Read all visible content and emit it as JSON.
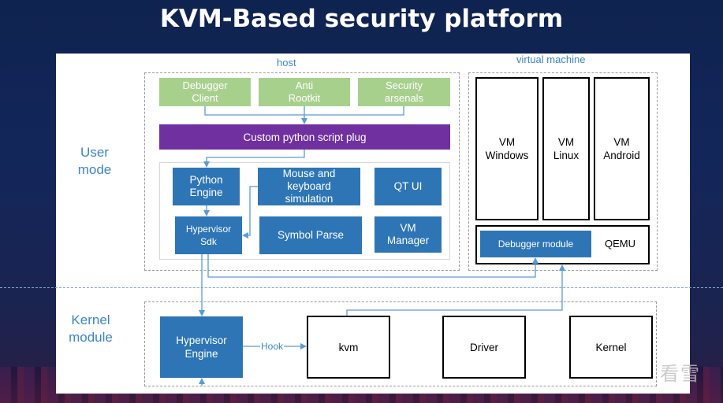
{
  "title": "KVM-Based security platform",
  "regions": {
    "host_label": "host",
    "vm_label": "virtual machine",
    "user_mode_label": "User\nmode",
    "kernel_module_label": "Kernel\nmodule"
  },
  "host": {
    "top_boxes": [
      "Debugger\nClient",
      "Anti\nRootkit",
      "Security\narsenals"
    ],
    "plug_bar": "Custom python script plug",
    "python_engine": "Python\nEngine",
    "mouse_keyboard": "Mouse and\nkeyboard\nsimulation",
    "qt_ui": "QT UI",
    "hypervisor_sdk": "Hypervisor\nSdk",
    "symbol_parse": "Symbol Parse",
    "vm_manager": "VM\nManager"
  },
  "vm": {
    "guests": [
      "VM\nWindows",
      "VM\nLinux",
      "VM\nAndroid"
    ],
    "debugger_module": "Debugger module",
    "qemu": "QEMU"
  },
  "kernel": {
    "hypervisor_engine": "Hypervisor\nEngine",
    "hook_label": "Hook",
    "kvm": "kvm",
    "driver": "Driver",
    "kernel": "Kernel"
  },
  "watermark": "看雪",
  "colors": {
    "green": "#a8d08d",
    "purple": "#7030a0",
    "blue": "#2e75b6",
    "label_blue": "#3c86c6"
  }
}
